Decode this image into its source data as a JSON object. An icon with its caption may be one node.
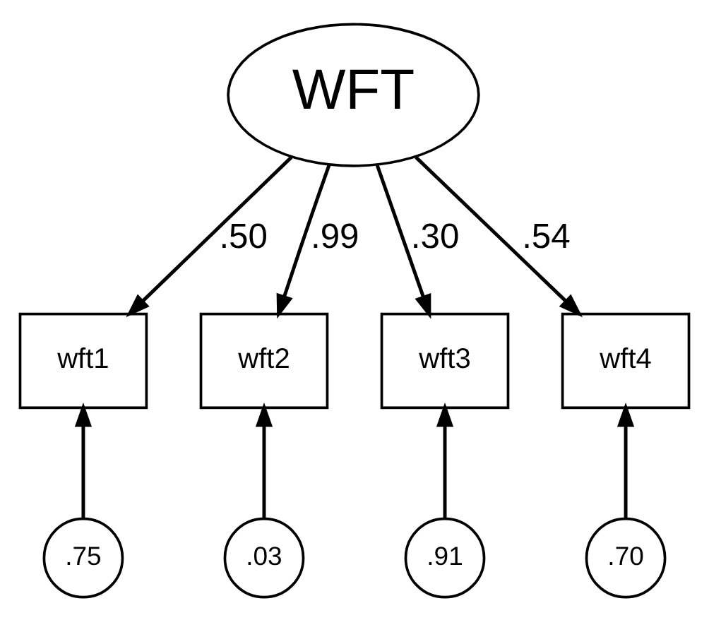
{
  "diagram": {
    "nodes": [
      {
        "text": [
          "WFT"
        ]
      },
      {
        "text": [
          "wft1"
        ]
      },
      {
        "text": [
          "wft2"
        ]
      },
      {
        "text": [
          "wft3"
        ]
      },
      {
        "text": [
          "wft4"
        ]
      },
      {
        "text": [
          ".75"
        ]
      },
      {
        "text": [
          ".03"
        ]
      },
      {
        "text": [
          ".91"
        ]
      },
      {
        "text": [
          ".70"
        ]
      }
    ],
    "edges": [
      {
        "from": 0,
        "to": 1,
        "arrow": "to",
        "label": ".50"
      },
      {
        "from": 0,
        "to": 2,
        "arrow": "to",
        "label": ".99"
      },
      {
        "from": 0,
        "to": 3,
        "arrow": "to",
        "label": ".30"
      },
      {
        "from": 0,
        "to": 4,
        "arrow": "to",
        "label": ".54"
      },
      {
        "from": 5,
        "to": 1,
        "arrow": "to"
      },
      {
        "from": 6,
        "to": 2,
        "arrow": "to"
      },
      {
        "from": 7,
        "to": 3,
        "arrow": "to"
      },
      {
        "from": 8,
        "to": 4,
        "arrow": "to"
      }
    ]
  }
}
